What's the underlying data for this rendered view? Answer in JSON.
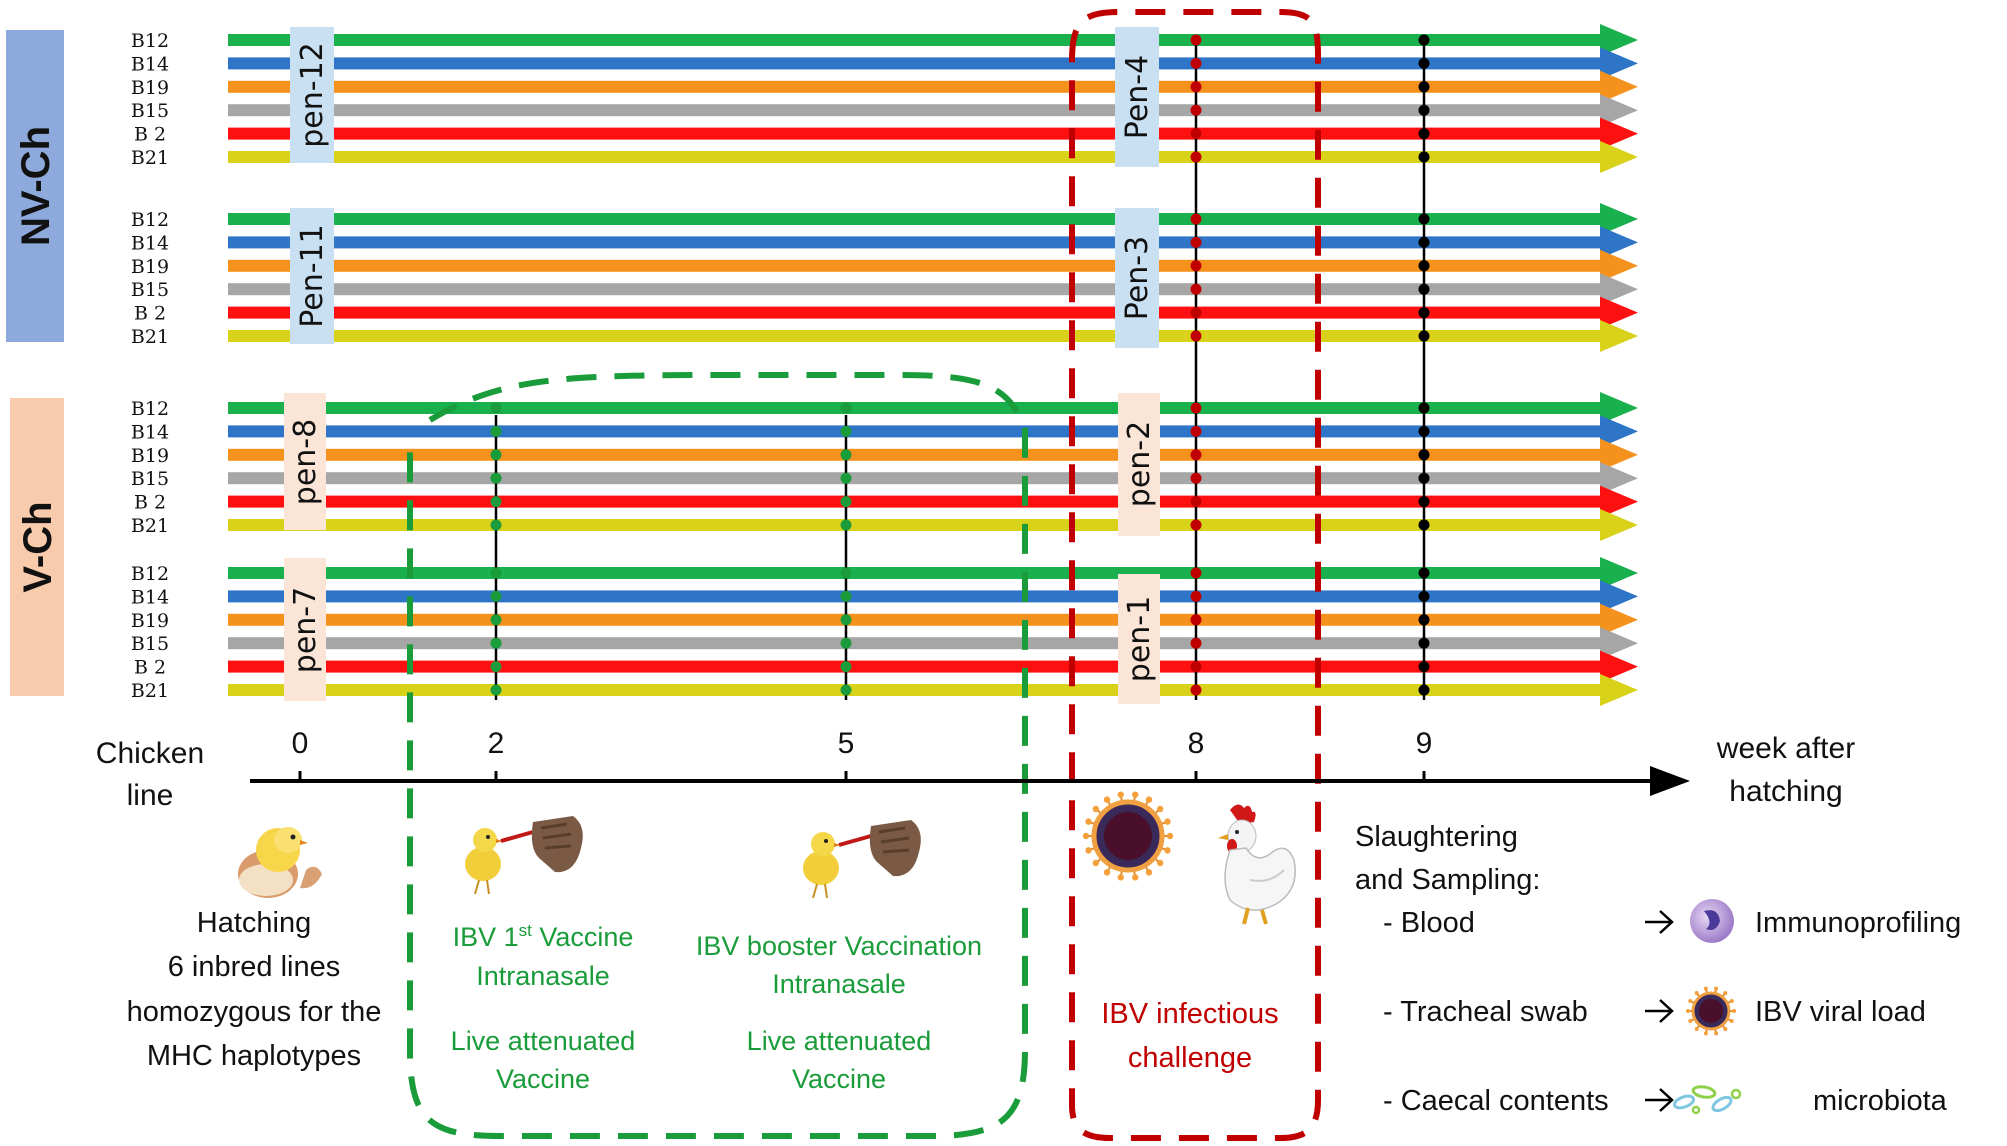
{
  "groups": [
    {
      "name": "NV-Ch",
      "color": "#8ea9db",
      "pens": [
        {
          "left_pen": "pen-12",
          "right_pen": "Pen-4"
        },
        {
          "left_pen": "Pen-11",
          "right_pen": "Pen-3"
        }
      ]
    },
    {
      "name": "V-Ch",
      "color": "#f8cbad",
      "pens": [
        {
          "left_pen": "pen-8",
          "right_pen": "pen-2"
        },
        {
          "left_pen": "pen-7",
          "right_pen": "pen-1"
        }
      ]
    }
  ],
  "lines": [
    {
      "label": "B12",
      "color": "#1ab04e"
    },
    {
      "label": "B14",
      "color": "#2e75c8"
    },
    {
      "label": "B19",
      "color": "#f5921e"
    },
    {
      "label": "B15",
      "color": "#a6a6a6"
    },
    {
      "label": "B 2",
      "color": "#ff1010"
    },
    {
      "label": "B21",
      "color": "#d9d21a"
    }
  ],
  "axis": {
    "left_label_1": "Chicken",
    "left_label_2": "line",
    "right_label_1": "week after",
    "right_label_2": "hatching",
    "weeks": [
      "0",
      "2",
      "5",
      "8",
      "9"
    ]
  },
  "hatching": [
    "Hatching",
    "6 inbred lines",
    "homozygous for the",
    "MHC haplotypes"
  ],
  "vaccine1": {
    "line1_main": "IBV 1",
    "line1_sup": "st",
    "line1_rest": " Vaccine",
    "line2": "Intranasale",
    "line3": "Live attenuated",
    "line4": "Vaccine"
  },
  "vaccine2": {
    "line1": "IBV booster Vaccination",
    "line2": "Intranasale",
    "line3": "Live attenuated",
    "line4": "Vaccine"
  },
  "challenge": [
    "IBV infectious",
    "challenge"
  ],
  "sampling": {
    "title_1": "Slaughtering",
    "title_2": "and Sampling:",
    "rows": [
      {
        "sample": "- Blood",
        "result": "Immunoprofiling",
        "icon": "immune-cell-icon"
      },
      {
        "sample": "- Tracheal swab",
        "result": "IBV viral load",
        "icon": "virus-icon"
      },
      {
        "sample": "- Caecal contents",
        "result": "microbiota",
        "icon": "bacteria-icon"
      }
    ]
  },
  "colors": {
    "vaccine_box": "#1a9c3a",
    "challenge_box": "#c00000",
    "nv_pen_box": "#c9e0f2",
    "v_pen_box": "#fbe5d6"
  }
}
